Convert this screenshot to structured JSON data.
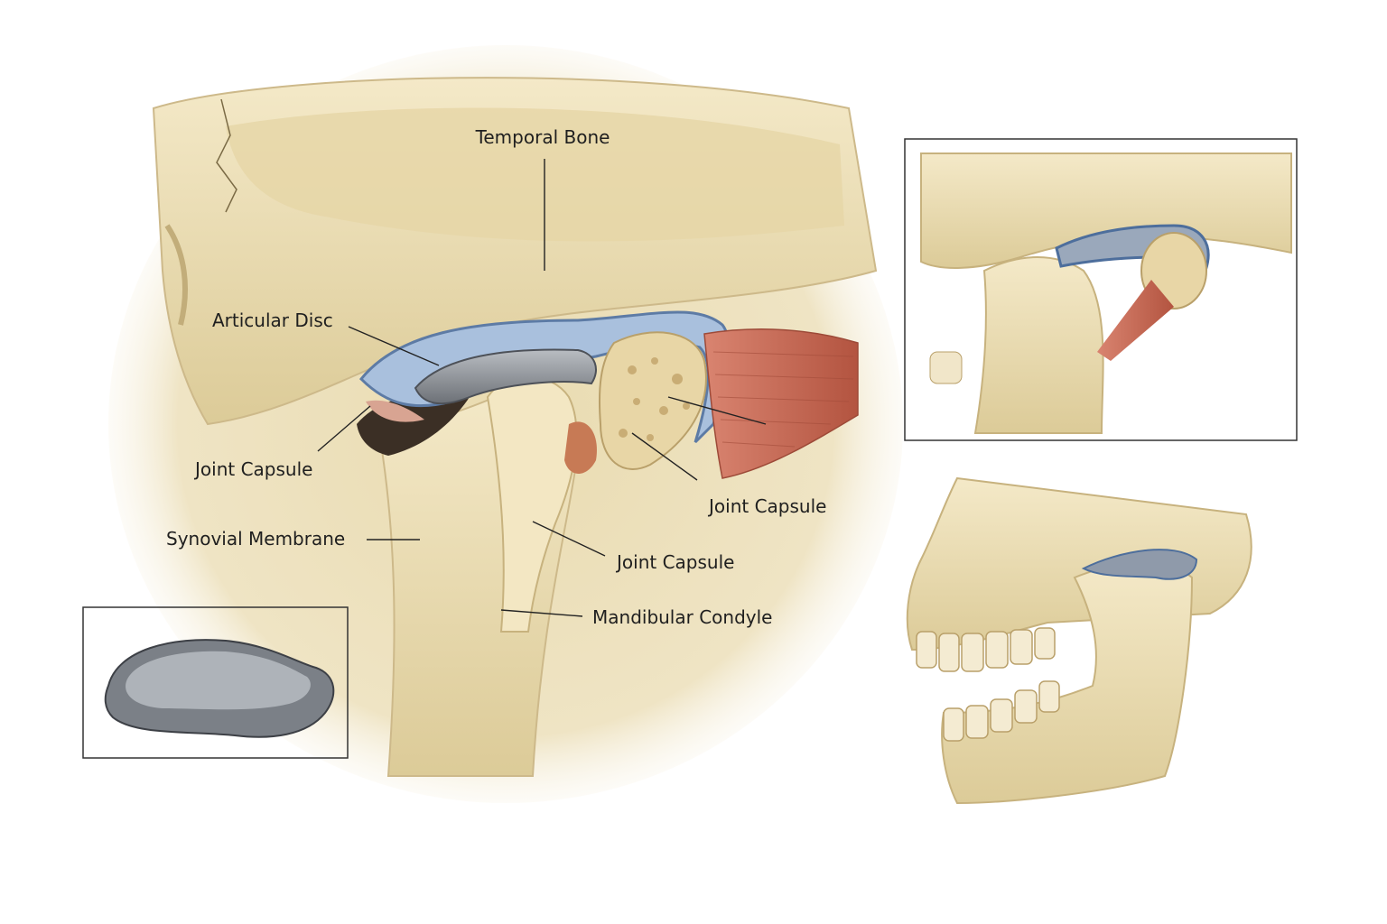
{
  "labels": {
    "temporal_bone": "Temporal Bone",
    "articular_disc": "Articular Disc",
    "joint_capsule_left": "Joint Capsule",
    "synovial_membrane": "Synovial Membrane",
    "joint_capsule_right_upper": "Joint Capsule",
    "joint_capsule_right_lower": "Joint Capsule",
    "mandibular_condyle": "Mandibular Condyle"
  },
  "colors": {
    "bone": "#ecdfb6",
    "bone_shadow": "#cdb98a",
    "disc": "#8f949a",
    "capsule": "#7c98bf",
    "muscle": "#c86a57",
    "cancellous": "#e6d3a4"
  }
}
